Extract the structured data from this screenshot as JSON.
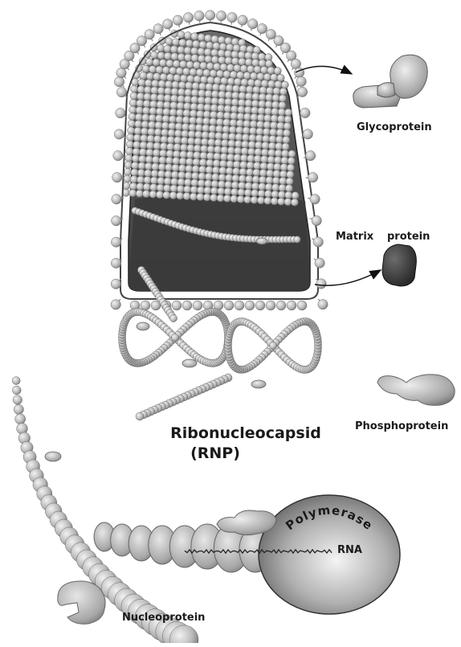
{
  "labels": {
    "glycoprotein": "Glycoprotein",
    "matrix": "Matrix",
    "protein": "protein",
    "phosphoprotein": "Phosphoprotein",
    "rnp_line1": "Ribonucleocapsid",
    "rnp_line2": "(RNP)",
    "polymerase": "Polymerase",
    "rna": "RNA",
    "nucleoprotein": "Nucleoprotein"
  }
}
